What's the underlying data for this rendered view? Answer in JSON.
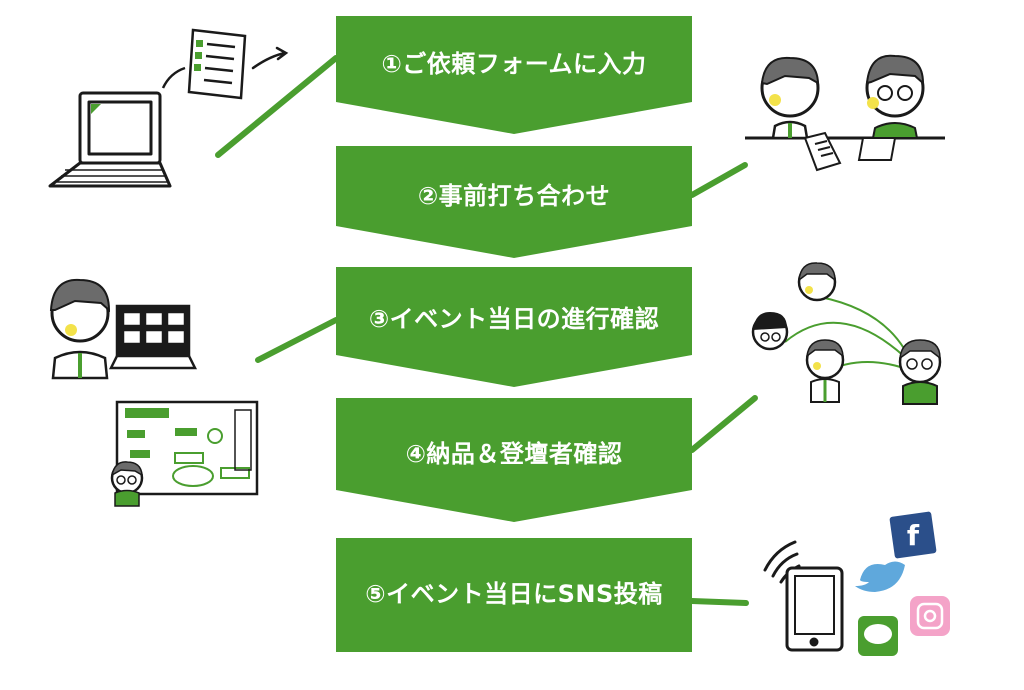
{
  "steps": [
    {
      "label": "①ご依頼フォームに入力"
    },
    {
      "label": "②事前打ち合わせ"
    },
    {
      "label": "③イベント当日の進行確認"
    },
    {
      "label": "④納品＆登壇者確認"
    },
    {
      "label": "⑤イベント当日にSNS投稿"
    }
  ],
  "colors": {
    "step_fill": "#4a9e2f",
    "line": "#4a9e2f",
    "ink": "#1a1a1a",
    "skin": "#ffffff",
    "hair": "#6b6b6b",
    "cheek": "#f3e24a",
    "accent_green": "#4a9e2f"
  },
  "icons": {
    "facebook": "f"
  }
}
